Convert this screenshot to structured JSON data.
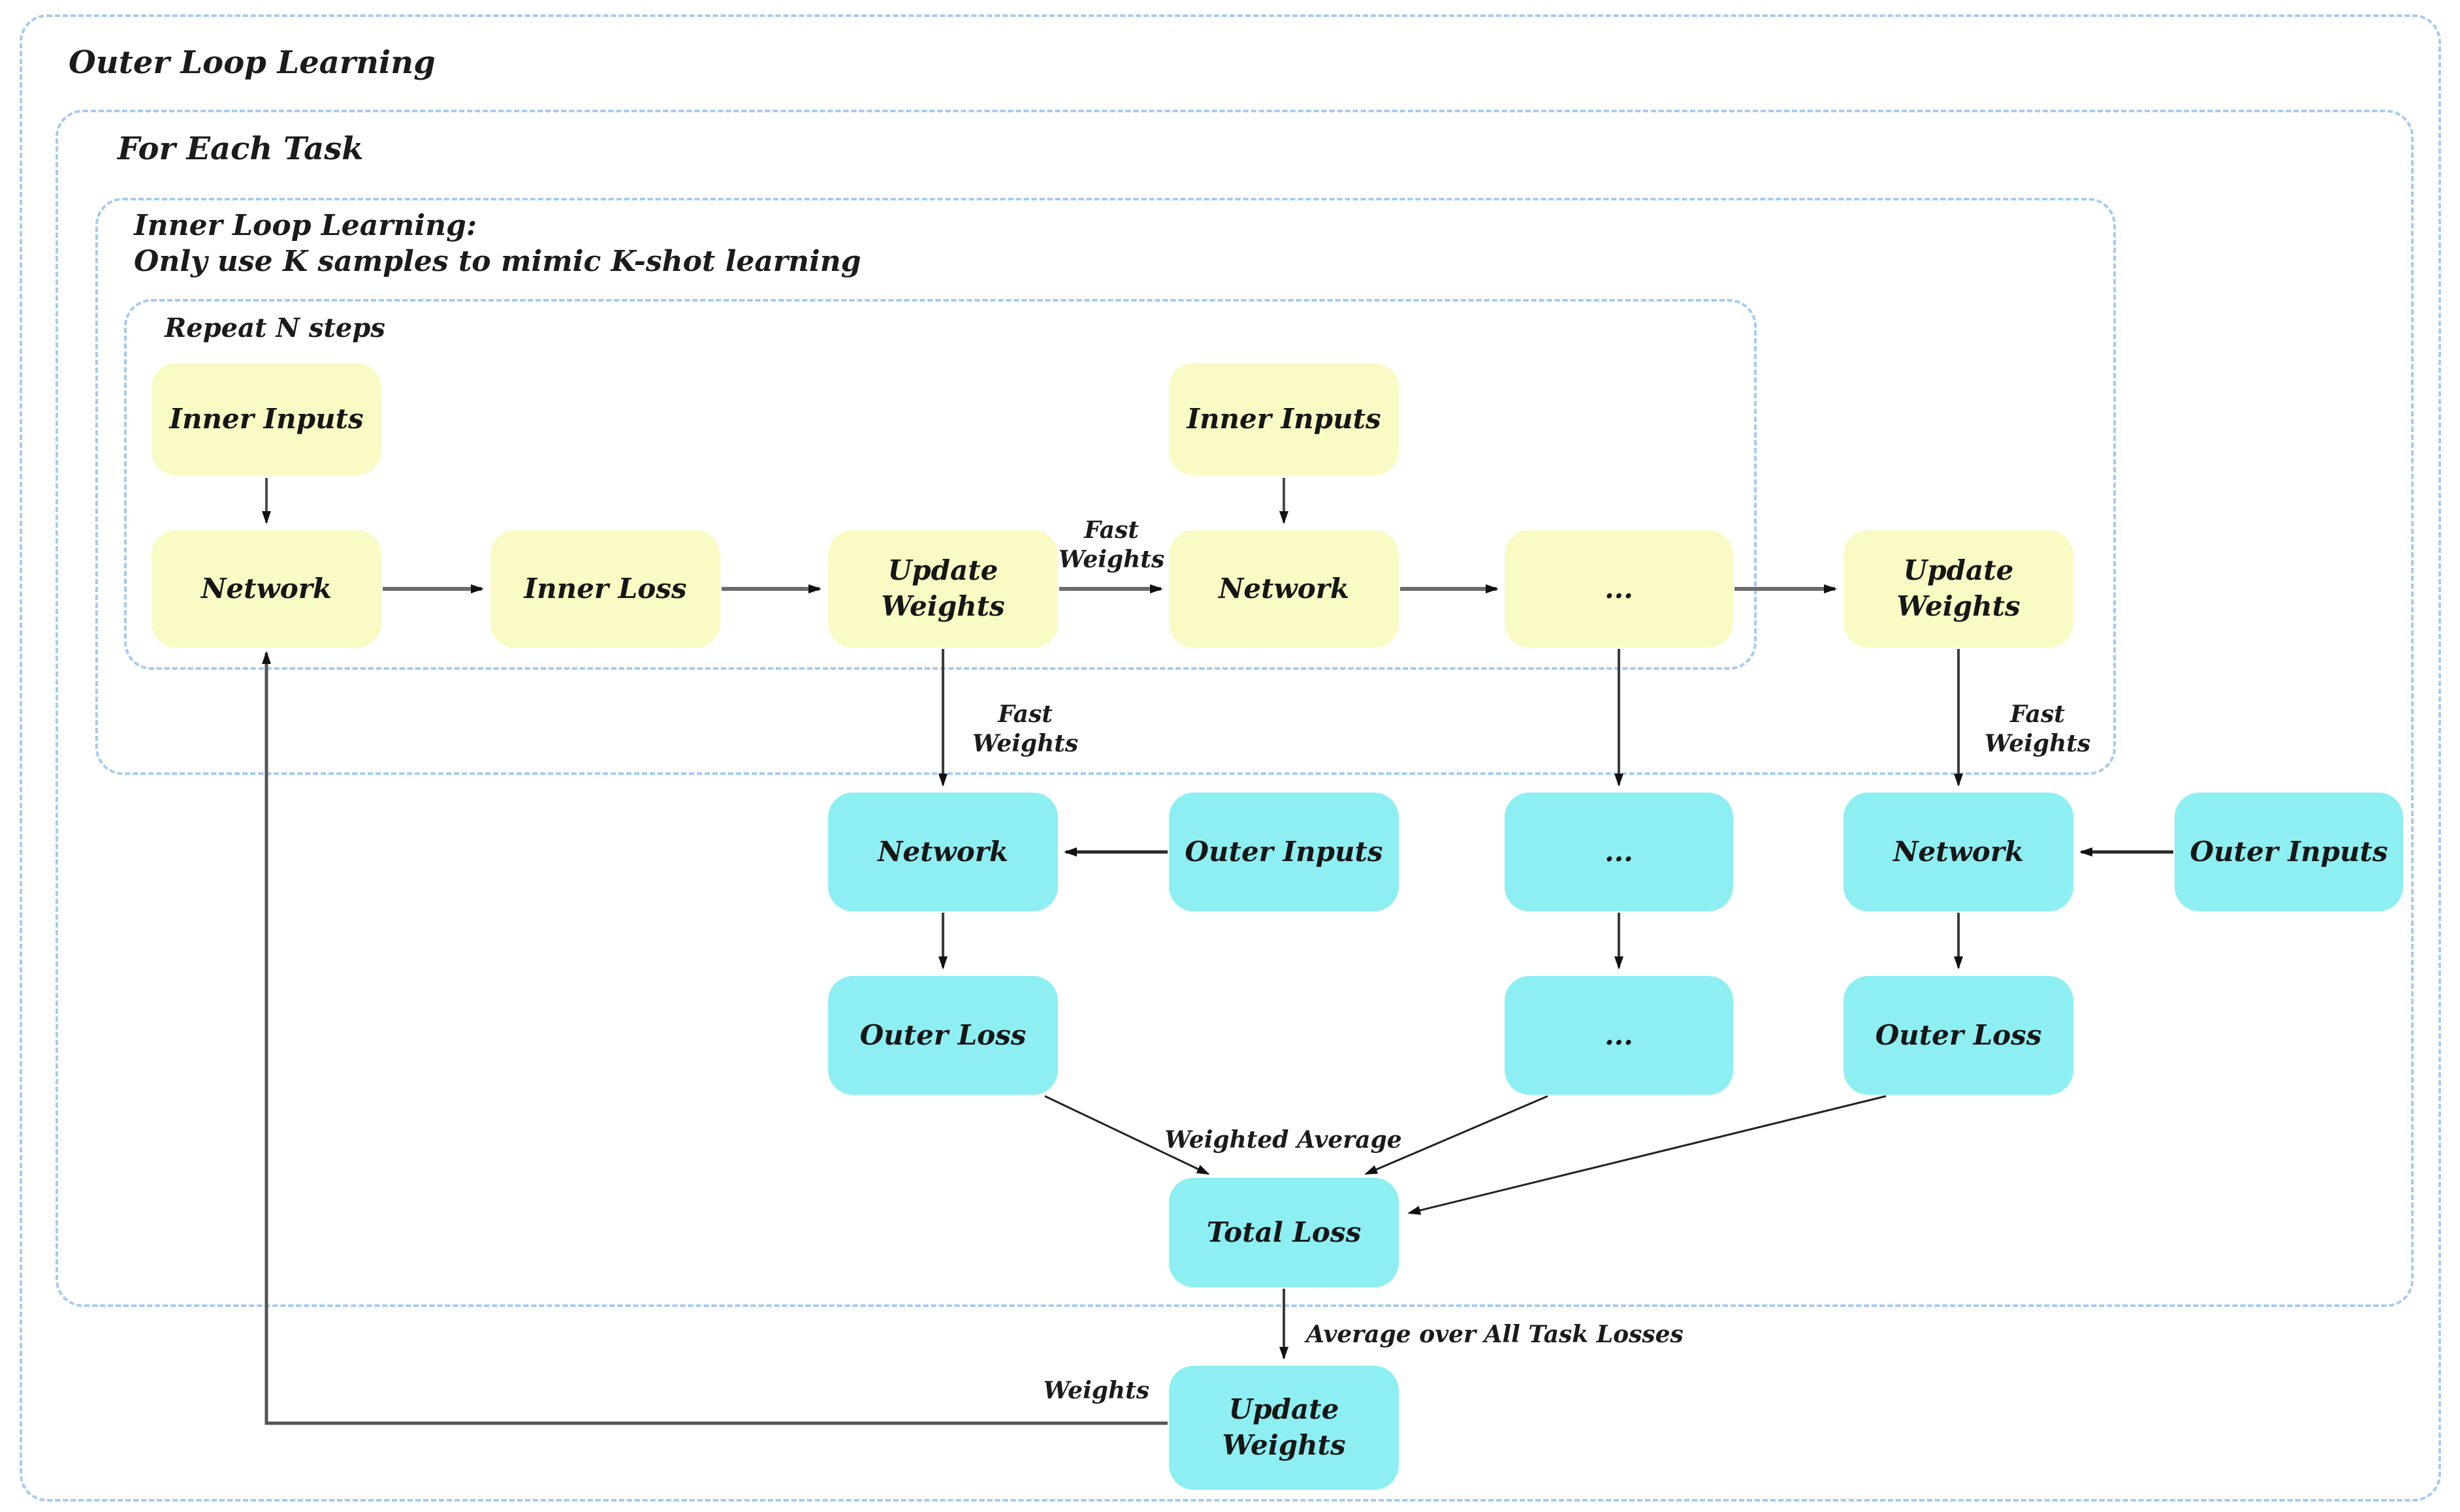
{
  "diagram": {
    "containers": {
      "outer_loop": {
        "label": "Outer Loop Learning"
      },
      "for_each_task": {
        "label": "For Each Task"
      },
      "inner_loop": {
        "label": "Inner Loop Learning:\nOnly use K samples to mimic K-shot learning"
      },
      "repeat": {
        "label": "Repeat N steps"
      }
    },
    "nodes": {
      "inner_inputs_1": {
        "label": "Inner Inputs",
        "group": "inner-loop"
      },
      "network_inner_1": {
        "label": "Network",
        "group": "inner-loop"
      },
      "inner_loss": {
        "label": "Inner Loss",
        "group": "inner-loop"
      },
      "update_weights_inner_1": {
        "label": "Update\nWeights",
        "group": "inner-loop"
      },
      "inner_inputs_2": {
        "label": "Inner Inputs",
        "group": "inner-loop"
      },
      "network_inner_2": {
        "label": "Network",
        "group": "inner-loop"
      },
      "ellipsis_inner": {
        "label": "...",
        "group": "inner-loop"
      },
      "update_weights_inner_2": {
        "label": "Update\nWeights",
        "group": "inner-loop"
      },
      "network_outer_1": {
        "label": "Network",
        "group": "outer-loop"
      },
      "outer_inputs_1": {
        "label": "Outer Inputs",
        "group": "outer-loop"
      },
      "ellipsis_outer_1": {
        "label": "...",
        "group": "outer-loop"
      },
      "network_outer_2": {
        "label": "Network",
        "group": "outer-loop"
      },
      "outer_inputs_2": {
        "label": "Outer Inputs",
        "group": "outer-loop"
      },
      "outer_loss_1": {
        "label": "Outer Loss",
        "group": "outer-loop"
      },
      "ellipsis_outer_2": {
        "label": "...",
        "group": "outer-loop"
      },
      "outer_loss_2": {
        "label": "Outer Loss",
        "group": "outer-loop"
      },
      "total_loss": {
        "label": "Total Loss",
        "group": "outer-loop"
      },
      "update_weights_outer": {
        "label": "Update\nWeights",
        "group": "outer-loop"
      }
    },
    "edge_labels": {
      "fast_weights_1": {
        "text": "Fast\nWeights"
      },
      "fast_weights_2": {
        "text": "Fast\nWeights"
      },
      "fast_weights_3": {
        "text": "Fast\nWeights"
      },
      "weighted_average": {
        "text": "Weighted Average"
      },
      "average_over_all": {
        "text": "Average over All Task Losses"
      },
      "weights": {
        "text": "Weights"
      }
    },
    "colors": {
      "inner_loop_node_fill": "#fafac4",
      "outer_loop_node_fill": "#8deff2",
      "container_dash_border": "#a5cbf2",
      "arrow_line": "#4d4d4d",
      "arrow_head": "#111111",
      "text": "#1b1b1b",
      "background": "#ffffff"
    }
  }
}
